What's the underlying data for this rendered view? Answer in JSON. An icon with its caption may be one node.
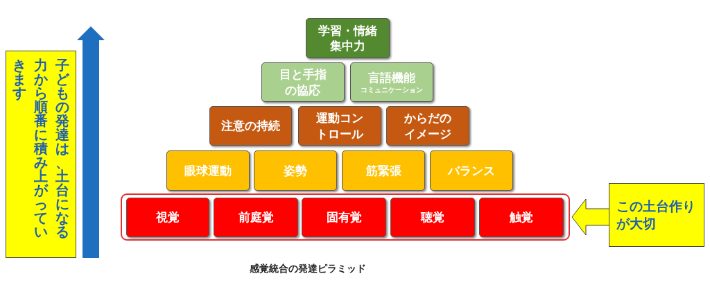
{
  "diagram": {
    "caption": "感覚統合の発達ピラミッド",
    "nodes": [
      {
        "text": [
          "学習・情緒集中力"
        ]
      },
      {
        "text": [
          "目と手指の協応"
        ]
      },
      {
        "text": [
          "言語機能",
          "コミュニケーション"
        ]
      },
      {
        "text": [
          "注意の持続"
        ]
      },
      {
        "text": [
          "運動コントロール"
        ]
      },
      {
        "text": [
          "からだのイメージ"
        ]
      },
      {
        "text": [
          "眼球運動"
        ]
      },
      {
        "text": [
          "姿勢"
        ]
      },
      {
        "text": [
          "筋緊張"
        ]
      },
      {
        "text": [
          "バランス"
        ]
      },
      {
        "text": [],
        "shape": "box"
      },
      {
        "text": [
          "視覚"
        ],
        "in": 10
      },
      {
        "text": [
          "前庭覚"
        ],
        "in": 10
      },
      {
        "text": [
          "固有覚"
        ],
        "in": 10
      },
      {
        "text": [
          "聴覚"
        ],
        "in": 10
      },
      {
        "text": [
          "触覚"
        ],
        "in": 10
      },
      {
        "text": [
          "この土台作りが大切"
        ]
      }
    ],
    "edges": [
      {
        "from": 16,
        "to": 10,
        "arrow": "to"
      }
    ],
    "labels": [
      "子どもの発達は、土台になる力から順番に積み上がっていきます"
    ]
  }
}
